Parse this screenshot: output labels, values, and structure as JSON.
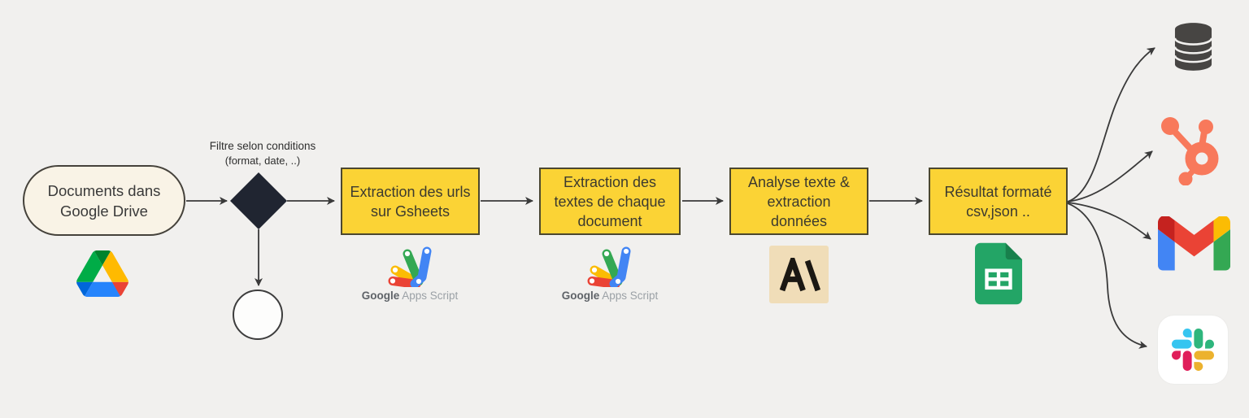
{
  "flow": {
    "start": {
      "label": "Documents dans\nGoogle Drive"
    },
    "filter": {
      "line1": "Filtre selon conditions",
      "line2": "(format, date, ..)"
    },
    "steps": [
      {
        "label": "Extraction des urls\nsur Gsheets",
        "caption_bold": "Google",
        "caption_light": " Apps Script",
        "icon": "apps-script-icon"
      },
      {
        "label": "Extraction des\ntextes de chaque\ndocument",
        "caption_bold": "Google",
        "caption_light": " Apps Script",
        "icon": "apps-script-icon"
      },
      {
        "label": "Analyse texte &\nextraction\ndonnées",
        "icon": "anthropic-icon"
      },
      {
        "label": "Résultat formaté\ncsv,json ..",
        "icon": "google-sheets-icon"
      }
    ],
    "outputs": [
      {
        "icon": "database-icon"
      },
      {
        "icon": "hubspot-icon"
      },
      {
        "icon": "gmail-icon"
      },
      {
        "icon": "slack-icon"
      }
    ]
  },
  "colors": {
    "background": "#f1f0ee",
    "node_yellow": "#fbd335",
    "node_cream": "#f9f3e6",
    "diamond_dark": "#202531",
    "arrow": "#3a3a3a",
    "anthropic_bg": "#f0ddb8",
    "hubspot_orange": "#f8795b",
    "sheets_green": "#23a566",
    "database_gray": "#474543"
  }
}
